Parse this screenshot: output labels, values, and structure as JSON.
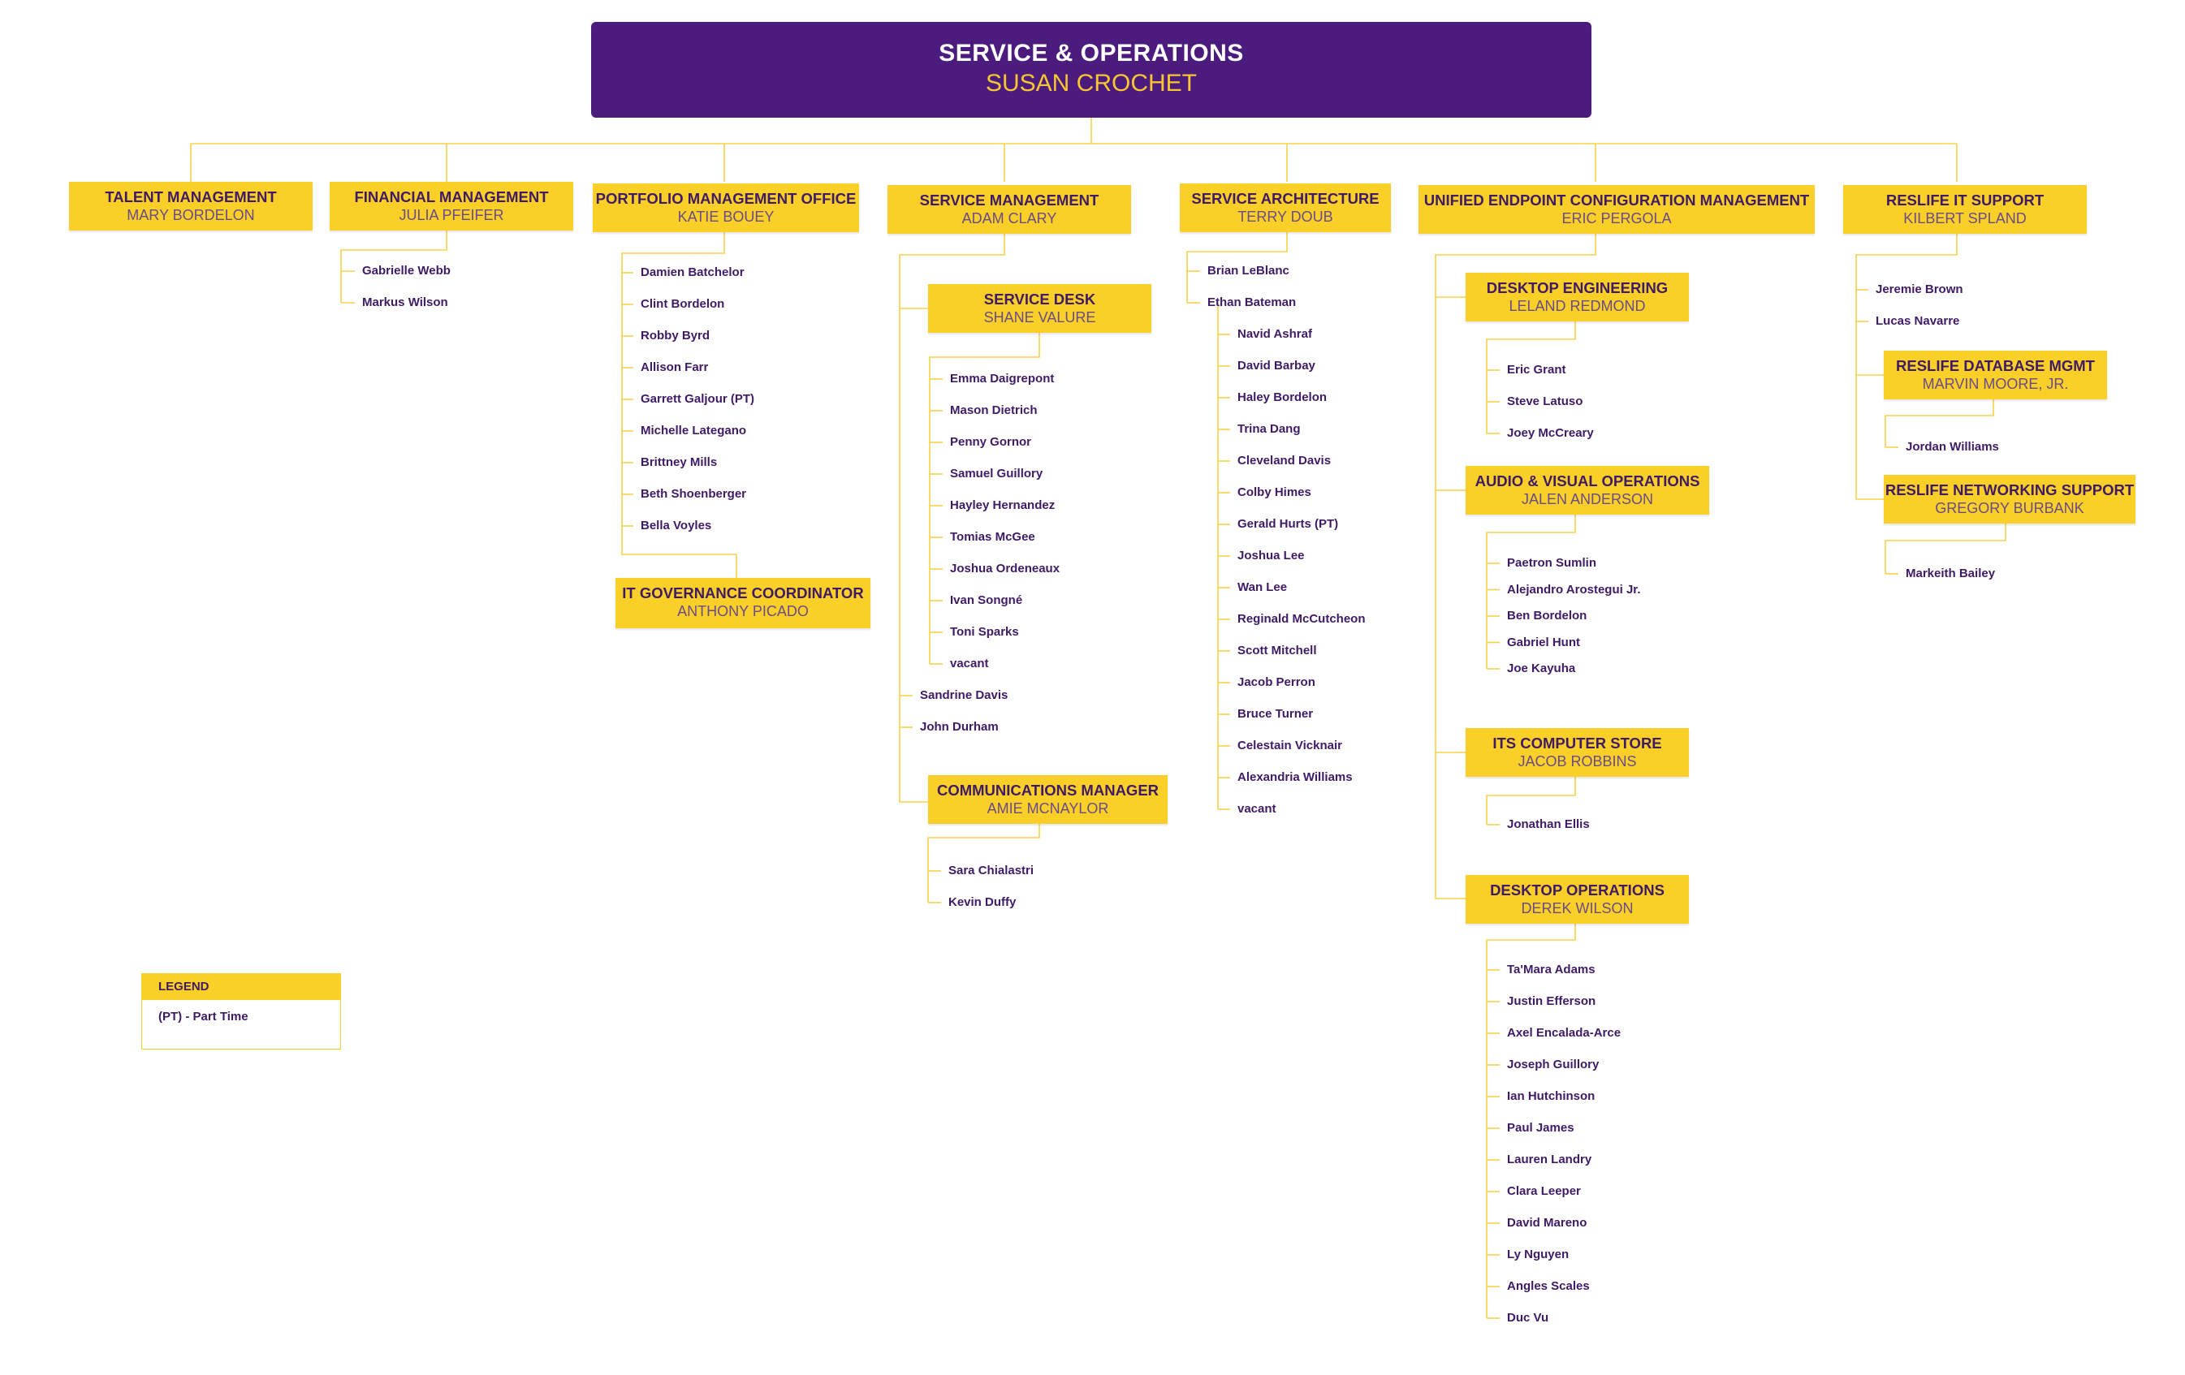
{
  "header": {
    "title": "SERVICE & OPERATIONS",
    "name": "SUSAN CROCHET"
  },
  "departments": {
    "talent": {
      "title": "TALENT MANAGEMENT",
      "name": "MARY BORDELON"
    },
    "financial": {
      "title": "FINANCIAL MANAGEMENT",
      "name": "JULIA PFEIFER",
      "staff": [
        "Gabrielle Webb",
        "Markus Wilson"
      ]
    },
    "portfolio": {
      "title": "PORTFOLIO MANAGEMENT OFFICE",
      "name": "KATIE BOUEY",
      "staff": [
        "Damien Batchelor",
        "Clint Bordelon",
        "Robby Byrd",
        "Allison Farr",
        "Garrett Galjour (PT)",
        "Michelle Lategano",
        "Brittney Mills",
        "Beth Shoenberger",
        "Bella Voyles"
      ]
    },
    "it_governance": {
      "title": "IT GOVERNANCE COORDINATOR",
      "name": "ANTHONY PICADO"
    },
    "service_mgmt": {
      "title": "SERVICE MANAGEMENT",
      "name": "ADAM CLARY",
      "staff": [
        "Sandrine Davis",
        "John Durham"
      ]
    },
    "service_desk": {
      "title": "SERVICE DESK",
      "name": "SHANE VALURE",
      "staff": [
        "Emma Daigrepont",
        "Mason Dietrich",
        "Penny Gornor",
        "Samuel Guillory",
        "Hayley Hernandez",
        "Tomias McGee",
        "Joshua Ordeneaux",
        "Ivan Songné",
        "Toni Sparks",
        "vacant"
      ]
    },
    "communications": {
      "title": "COMMUNICATIONS MANAGER",
      "name": "AMIE MCNAYLOR",
      "staff": [
        "Sara Chialastri",
        "Kevin Duffy"
      ]
    },
    "architecture": {
      "title": "SERVICE ARCHITECTURE",
      "name": "TERRY DOUB",
      "staff": [
        "Brian LeBlanc",
        "Ethan Bateman"
      ]
    },
    "architecture_sub": {
      "staff": [
        "Navid Ashraf",
        "David Barbay",
        "Haley Bordelon",
        "Trina Dang",
        "Cleveland Davis",
        "Colby Himes",
        "Gerald Hurts (PT)",
        "Joshua Lee",
        "Wan Lee",
        "Reginald McCutcheon",
        "Scott Mitchell",
        "Jacob Perron",
        "Bruce Turner",
        "Celestain Vicknair",
        "Alexandria Williams",
        "vacant"
      ]
    },
    "uecm": {
      "title": "UNIFIED ENDPOINT CONFIGURATION MANAGEMENT",
      "name": "ERIC PERGOLA"
    },
    "desktop_eng": {
      "title": "DESKTOP ENGINEERING",
      "name": "LELAND REDMOND",
      "staff": [
        "Eric Grant",
        "Steve Latuso",
        "Joey McCreary"
      ]
    },
    "av_ops": {
      "title": "AUDIO & VISUAL OPERATIONS",
      "name": "JALEN ANDERSON",
      "staff": [
        "Paetron Sumlin",
        "Alejandro Arostegui Jr.",
        "Ben Bordelon",
        "Gabriel Hunt",
        "Joe Kayuha"
      ]
    },
    "computer_store": {
      "title": "ITS COMPUTER STORE",
      "name": "JACOB ROBBINS",
      "staff": [
        "Jonathan Ellis"
      ]
    },
    "desktop_ops": {
      "title": "DESKTOP OPERATIONS",
      "name": "DEREK WILSON",
      "staff": [
        "Ta'Mara Adams",
        "Justin Efferson",
        "Axel Encalada-Arce",
        "Joseph Guillory",
        "Ian Hutchinson",
        "Paul James",
        "Lauren Landry",
        "Clara Leeper",
        "David Mareno",
        "Ly Nguyen",
        "Angles Scales",
        "Duc Vu"
      ]
    },
    "reslife": {
      "title": "RESLIFE IT SUPPORT",
      "name": "KILBERT SPLAND",
      "staff": [
        "Jeremie Brown",
        "Lucas Navarre"
      ]
    },
    "reslife_db": {
      "title": "RESLIFE DATABASE MGMT",
      "name": "MARVIN MOORE, JR.",
      "staff": [
        "Jordan Williams"
      ]
    },
    "reslife_net": {
      "title": "RESLIFE NETWORKING SUPPORT",
      "name": "GREGORY BURBANK",
      "staff": [
        "Markeith Bailey"
      ]
    }
  },
  "legend": {
    "title": "LEGEND",
    "items": [
      "(PT) - Part Time"
    ]
  },
  "colors": {
    "header_bg": "#4b1c7d",
    "accent": "#f9cf28",
    "text": "#3f1b66",
    "header_name": "#f7c630"
  }
}
